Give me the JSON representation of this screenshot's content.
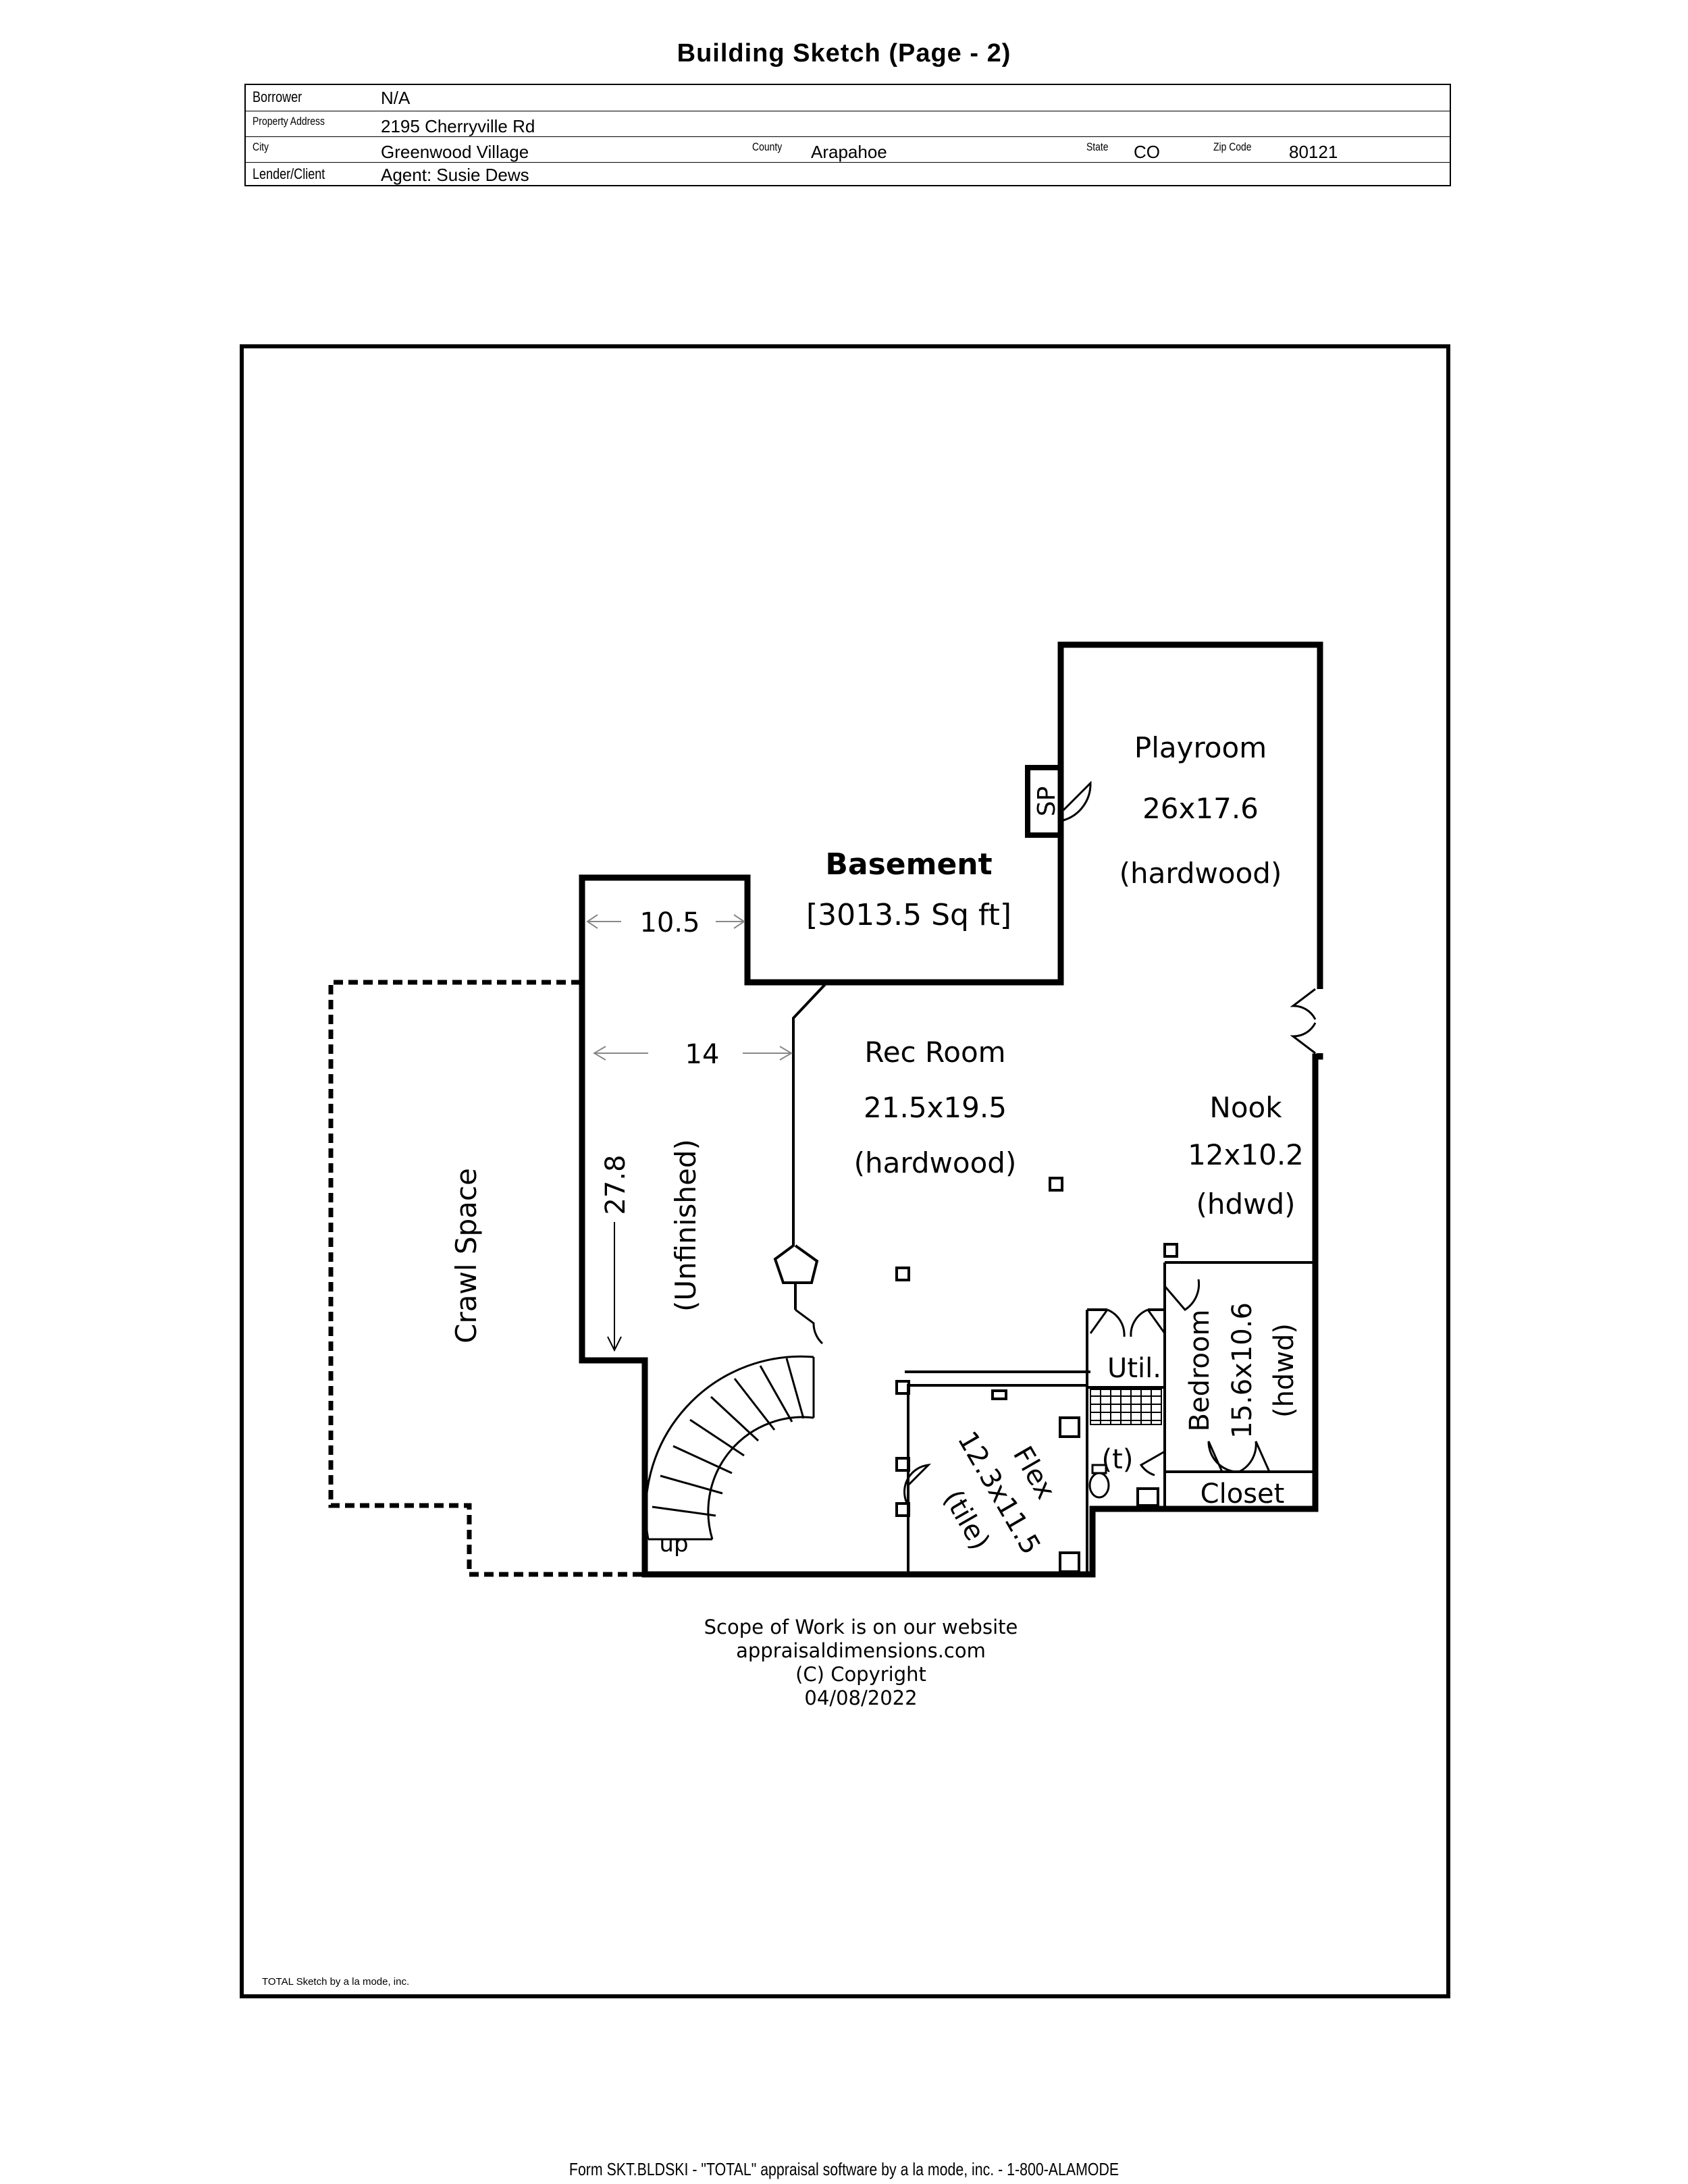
{
  "header": {
    "title": "Building Sketch (Page - 2)"
  },
  "info": {
    "borrower_label": "Borrower",
    "borrower": "N/A",
    "address_label": "Property Address",
    "address": "2195 Cherryville Rd",
    "city_label": "City",
    "city": "Greenwood Village",
    "county_label": "County",
    "county": "Arapahoe",
    "state_label": "State",
    "state": "CO",
    "zip_label": "Zip Code",
    "zip": "80121",
    "lender_label": "Lender/Client",
    "lender": "Agent: Susie Dews"
  },
  "sketch": {
    "basement_title": "Basement",
    "basement_area": "[3013.5 Sq ft]",
    "playroom_name": "Playroom",
    "playroom_size": "26x17.6",
    "playroom_floor": "(hardwood)",
    "sp_label": "SP",
    "dim_top": "10.5",
    "dim_width": "14",
    "dim_length": "27.8",
    "unfinished": "(Unfinished)",
    "rec_name": "Rec Room",
    "rec_size": "21.5x19.5",
    "rec_floor": "(hardwood)",
    "nook_name": "Nook",
    "nook_size": "12x10.2",
    "nook_floor": "(hdwd)",
    "crawl_space": "Crawl Space",
    "util": "Util.",
    "toilet": "(t)",
    "bedroom_name": "Bedroom",
    "bedroom_size": "15.6x10.6",
    "bedroom_floor": "(hdwd)",
    "closet": "Closet",
    "flex_name": "Flex",
    "flex_size": "12.3x11.5",
    "flex_floor": "(tile)",
    "stairs_label": "up",
    "scope_line1": "Scope of Work is on our website",
    "scope_line2": "appraisaldimensions.com",
    "scope_line3": "(C) Copyright",
    "scope_line4": "04/08/2022",
    "credit": "TOTAL Sketch by a la mode, inc."
  },
  "footer": {
    "text": "Form SKT.BLDSKI - \"TOTAL\" appraisal software by a la mode, inc. - 1-800-ALAMODE"
  }
}
